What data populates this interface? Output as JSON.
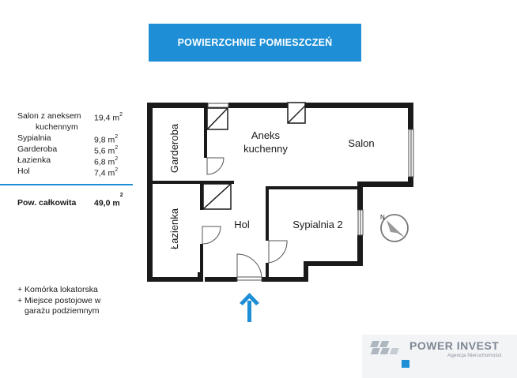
{
  "banner": {
    "title": "POWIERZCHNIE POMIESZCZEŃ"
  },
  "areas": [
    {
      "name_line1": "Salon z aneksem",
      "name_line2": "kuchennym",
      "value": "19,4 m",
      "unit_exp": "2"
    },
    {
      "name_line1": "Sypialnia",
      "value": "9,8 m",
      "unit_exp": "2"
    },
    {
      "name_line1": "Garderoba",
      "value": "5,6 m",
      "unit_exp": "2"
    },
    {
      "name_line1": "Łazienka",
      "value": "6,8 m",
      "unit_exp": "2"
    },
    {
      "name_line1": "Hol",
      "value": "7,4 m",
      "unit_exp": "2"
    }
  ],
  "total": {
    "label": "Pow. całkowita",
    "value": "49,0 m",
    "unit_exp": "2"
  },
  "extras": [
    {
      "line1": "+ Komórka lokatorska"
    },
    {
      "line1": "+ Miejsce postojowe w",
      "line2": "garażu podziemnym"
    }
  ],
  "rooms": {
    "garderoba": "Garderoba",
    "aneks_line1": "Aneks",
    "aneks_line2": "kuchenny",
    "salon": "Salon",
    "lazienka": "Łazienka",
    "hol": "Hol",
    "sypialnia2": "Sypialnia 2"
  },
  "compass": {
    "label": "N"
  },
  "brand": {
    "name": "POWER INVEST",
    "tagline": "Agencja Nieruchomości"
  },
  "colors": {
    "accent": "#1e8fd6",
    "wall": "#1a1a1a",
    "logo_gray": "#7d8793"
  }
}
